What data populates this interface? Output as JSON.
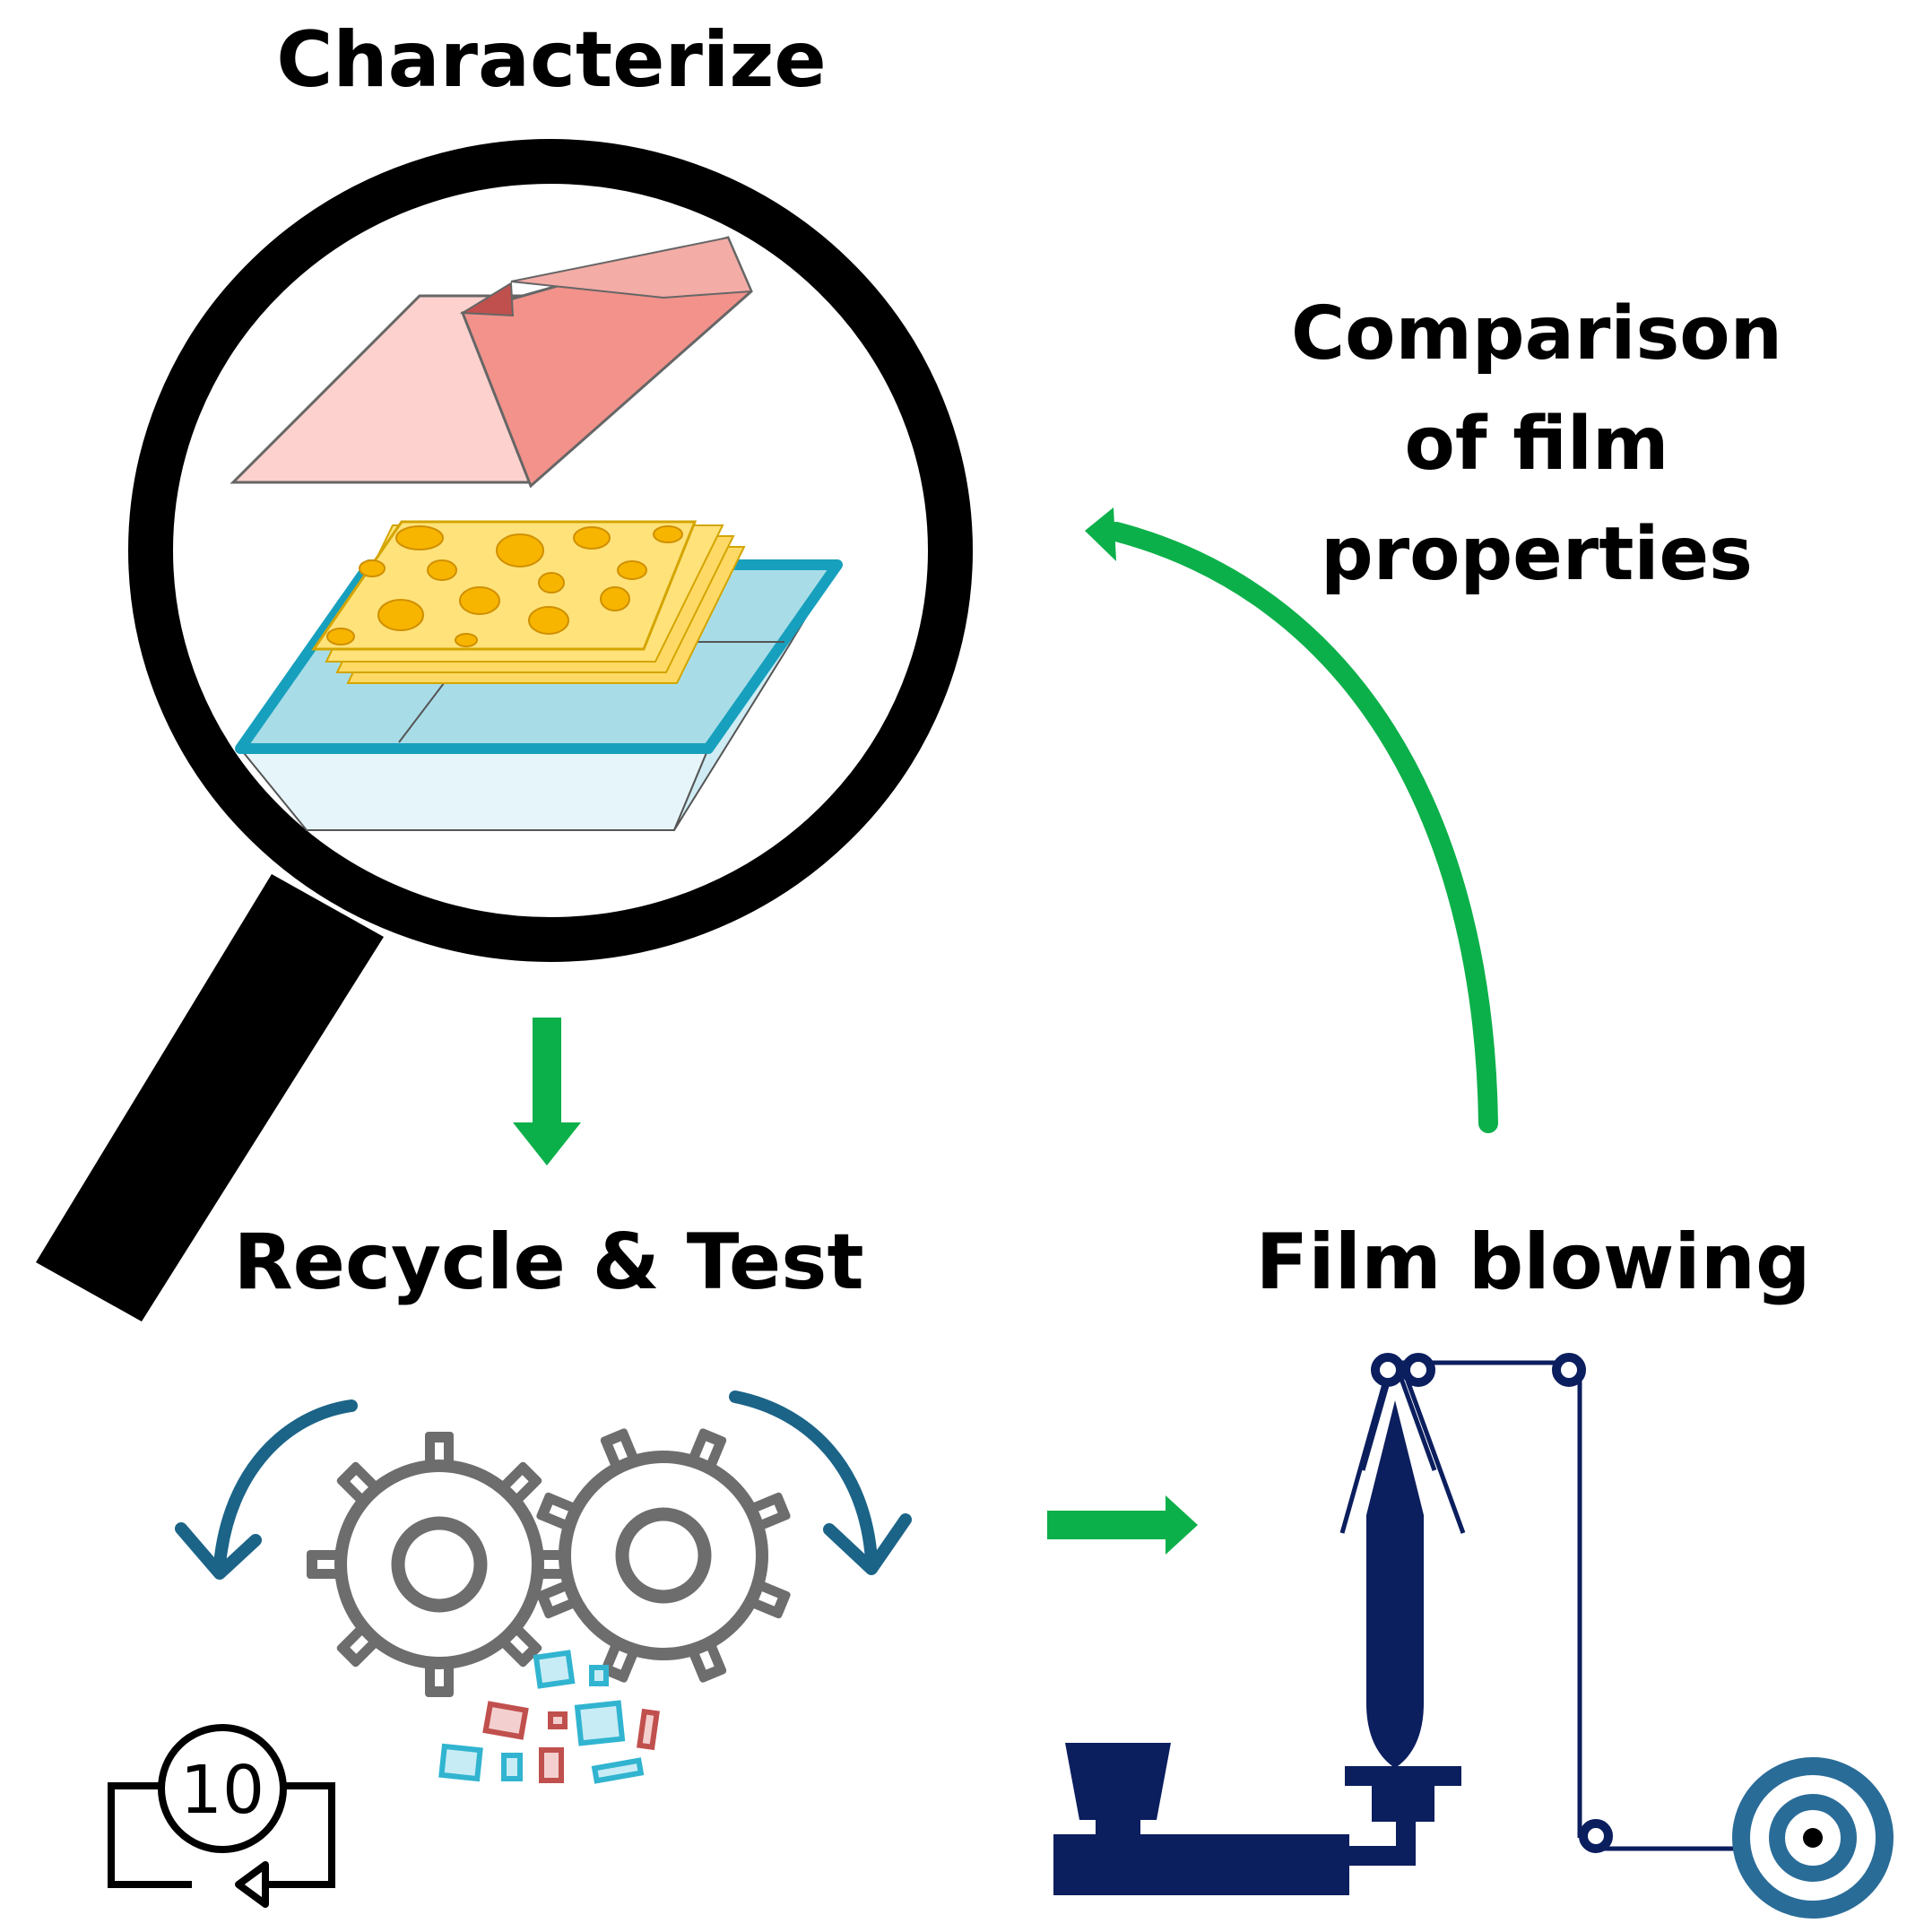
{
  "labels": {
    "characterize": "Characterize",
    "comparison_line1": "Comparison",
    "comparison_line2": "of film",
    "comparison_line3": "properties",
    "recycle_test": "Recycle & Test",
    "film_blowing": "Film blowing",
    "cycle_count": "10"
  },
  "icons": {
    "magnifier": "magnifying-glass-icon",
    "gears": "gears-icon",
    "cycle": "cycle-counter-icon",
    "extruder": "film-blowing-line-icon"
  },
  "colors": {
    "arrow_green": "#0cb04a",
    "rotation_arrow": "#1b6488",
    "machine_navy": "#0b1e5e",
    "reel_blue": "#2a6c98",
    "gear_gray": "#6d6d6d",
    "lid_pink": "#f4a4a0",
    "film_yellow": "#ffd966",
    "tray_cyan": "#a8dde8",
    "flake_red": "#c0504d",
    "flake_blue": "#31b4d0"
  }
}
